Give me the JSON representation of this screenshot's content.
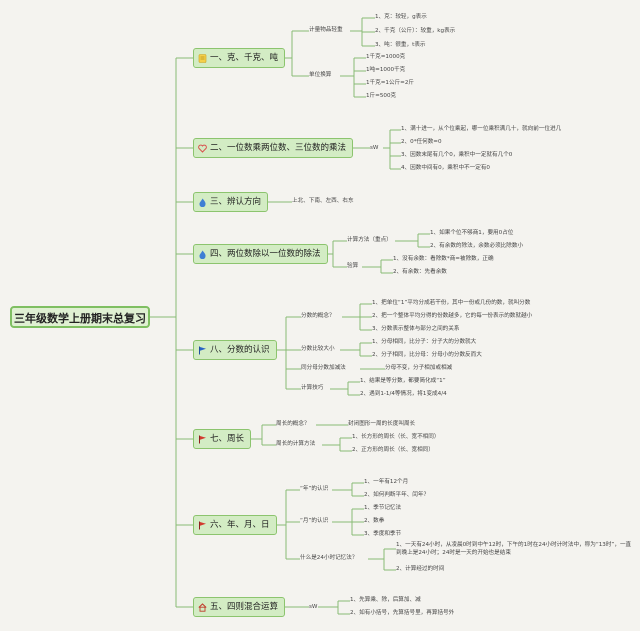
{
  "root": "三年级数学上册期末总复习",
  "colors": {
    "wire": "#88bb74",
    "branch_fill": "#d3ecc4",
    "branch_border": "#8cc46e"
  },
  "branches": [
    {
      "label": "一、克、千克、吨",
      "icon": "note-icon",
      "groups": [
        {
          "label": "计量物品轻重",
          "items": [
            "1、克：较轻，g表示",
            "2、千克（公斤）：较重，kg表示",
            "3、吨：很重，t表示"
          ]
        },
        {
          "label": "单位换算",
          "items": [
            "1千克=1000克",
            "1吨=1000千克",
            "1千克=1公斤=2斤",
            "1斤=500克"
          ]
        }
      ]
    },
    {
      "label": "二、一位数乘两位数、三位数的乘法",
      "icon": "heart-icon",
      "groups": [
        {
          "label": "sW",
          "items": [
            "1、满十进一，从个位乘起，哪一位乘积满几十，就向前一位进几",
            "2、0*任何数=0",
            "3、因数末尾有几个0，乘积中一定就有几个0",
            "4、因数中间有0，乘积中不一定有0"
          ]
        }
      ]
    },
    {
      "label": "三、辨认方向",
      "icon": "flame-icon",
      "groups": [
        {
          "label": "上北、下南、左西、右东",
          "items": []
        }
      ]
    },
    {
      "label": "四、两位数除以一位数的除法",
      "icon": "flame-icon",
      "groups": [
        {
          "label": "计算方法（重点）",
          "items": [
            "1、如果个位不够商1，要用0占位",
            "2、有余数的除法，余数必须比除数小"
          ]
        },
        {
          "label": "验算",
          "items": [
            "1、没有余数：看除数*商=被除数，正确",
            "2、有余数：先看余数"
          ]
        }
      ]
    },
    {
      "label": "八、分数的认识",
      "icon": "flag-icon",
      "groups": [
        {
          "label": "分数的概念？",
          "items": [
            "1、把单位“1”平均分成若干份，其中一份或几份的数，就叫分数",
            "2、把一个整体平均分得的份数越多，它的每一份表示的数就越小",
            "3、分数表示整体与部分之间的关系"
          ]
        },
        {
          "label": "分数比较大小",
          "items": [
            "1、分母相同，比分子：分子大的分数就大",
            "2、分子相同，比分母：分母小的分数反而大"
          ]
        },
        {
          "label": "同分母分数加减法",
          "items": [
            "分母不变，分子相加或相减"
          ]
        },
        {
          "label": "计算技巧",
          "items": [
            "1、结果是等分数，都要简化成“1”",
            "2、遇到1-1/4等情况，将1变成4/4"
          ]
        }
      ]
    },
    {
      "label": "七、周长",
      "icon": "red-flag-icon",
      "groups": [
        {
          "label": "周长的概念？",
          "items": [
            "封闭图形一周的长度叫周长"
          ]
        },
        {
          "label": "周长的计算方法",
          "items": [
            "1、长方形的周长（长、宽不相同）",
            "2、正方形的周长（长、宽相同）"
          ]
        }
      ]
    },
    {
      "label": "六、年、月、日",
      "icon": "red-flag-icon",
      "groups": [
        {
          "label": "“年”的认识",
          "items": [
            "1、一年有12个月",
            "2、如何判断平年、闰年？"
          ]
        },
        {
          "label": "“月”的认识",
          "items": [
            "1、季节记忆法",
            "2、数拳",
            "3、季度和季节"
          ]
        },
        {
          "label": "什么是24小时记忆法？",
          "items": [
            "1、一天有24小时，从凌晨0时到中午12时，下午的1时在24小时计时法中，称为“13时”，一直到晚上是24小时；24时是一天的开始也是结束",
            "2、计算经过的时间"
          ]
        }
      ]
    },
    {
      "label": "五、四则混合运算",
      "icon": "house-icon",
      "groups": [
        {
          "label": "sW",
          "items": [
            "1、先算乘、除，后算加、减",
            "2、如有小括号，先算括号里，再算括号外"
          ]
        }
      ]
    }
  ]
}
